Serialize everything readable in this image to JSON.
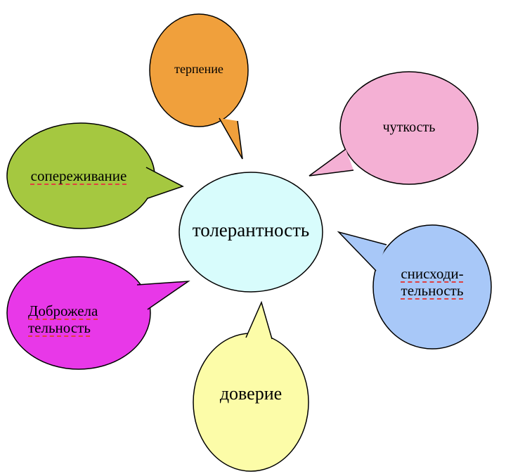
{
  "center": {
    "label": "толерантность",
    "color": "#D8FCFC"
  },
  "bubbles": [
    {
      "label": "терпение",
      "color": "#F0A03C"
    },
    {
      "label": "чуткость",
      "color": "#F4B0D4"
    },
    {
      "label": "сопереживание",
      "color": "#A5C840"
    },
    {
      "label_line1": "снисходи-",
      "label_line2": "тельность",
      "color": "#A8C8F8"
    },
    {
      "label_line1": "Доброжела",
      "label_line2": "тельность",
      "color": "#E838E8"
    },
    {
      "label": "доверие",
      "color": "#FCFCA8"
    }
  ]
}
